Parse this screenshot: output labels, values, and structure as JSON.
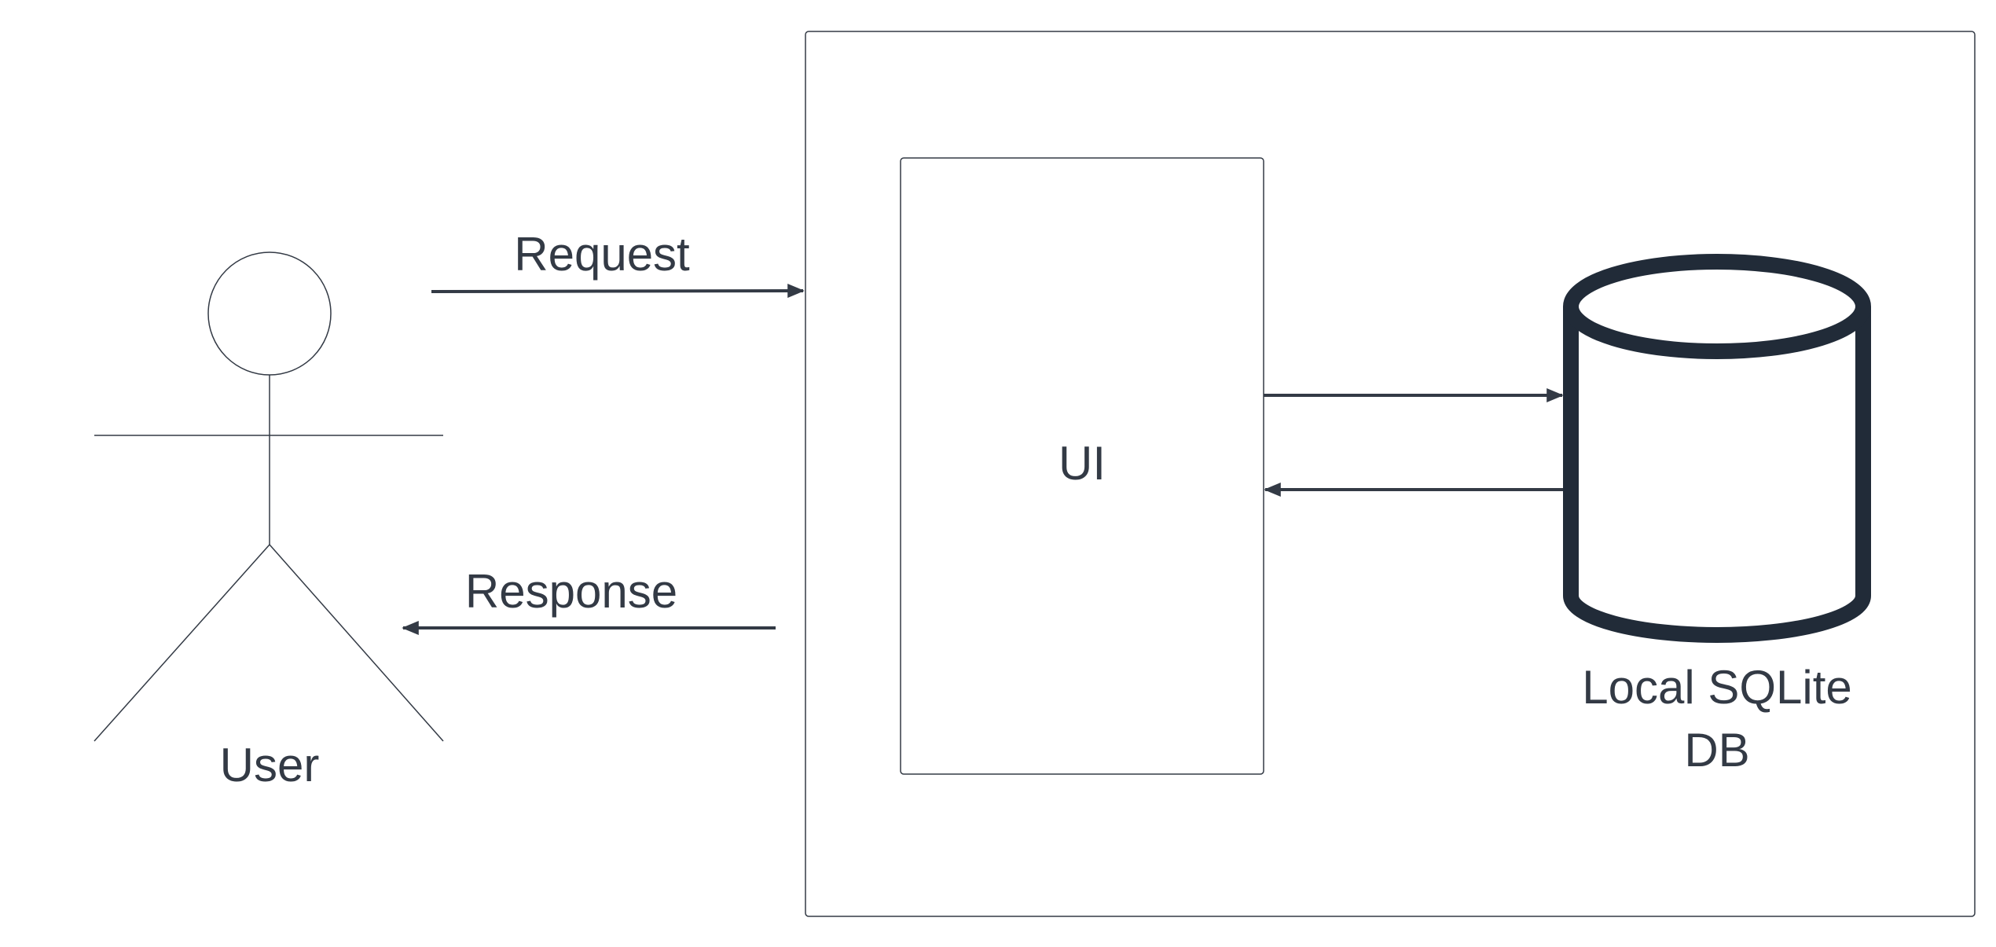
{
  "actor": {
    "label": "User"
  },
  "messages": {
    "request_label": "Request",
    "response_label": "Response"
  },
  "ui_box": {
    "label": "UI"
  },
  "database": {
    "label_line1": "Local SQLite",
    "label_line2": "DB"
  },
  "colors": {
    "stroke_dark": "#212b38",
    "stroke_thin": "#333a45",
    "text": "#333a45",
    "background": "#ffffff"
  }
}
